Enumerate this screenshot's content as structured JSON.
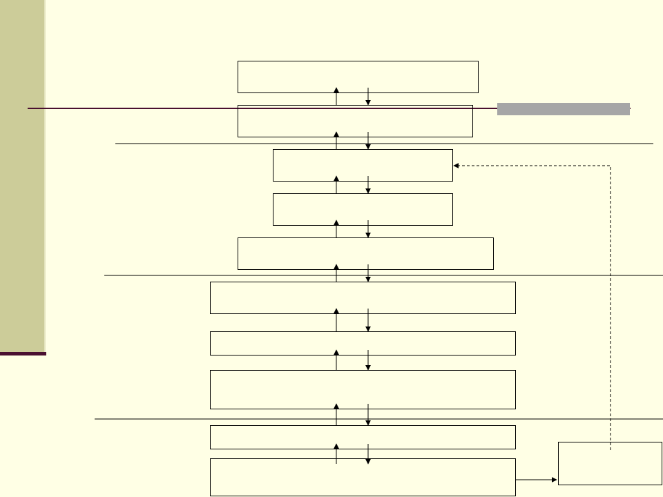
{
  "colors": {
    "background": "#ffffe5",
    "sidebar": "#cccc99",
    "sidebar_accent": "#4a1030",
    "title_rule": "#4a1030",
    "highlight_bar": "#a6a6a6"
  },
  "boxes": [
    {
      "id": "box-1",
      "label": ""
    },
    {
      "id": "box-2",
      "label": ""
    },
    {
      "id": "box-3",
      "label": ""
    },
    {
      "id": "box-4",
      "label": ""
    },
    {
      "id": "box-5",
      "label": ""
    },
    {
      "id": "box-6",
      "label": ""
    },
    {
      "id": "box-7",
      "label": ""
    },
    {
      "id": "box-8",
      "label": ""
    },
    {
      "id": "box-9",
      "label": ""
    },
    {
      "id": "box-10",
      "label": ""
    },
    {
      "id": "side-box",
      "label": ""
    }
  ]
}
